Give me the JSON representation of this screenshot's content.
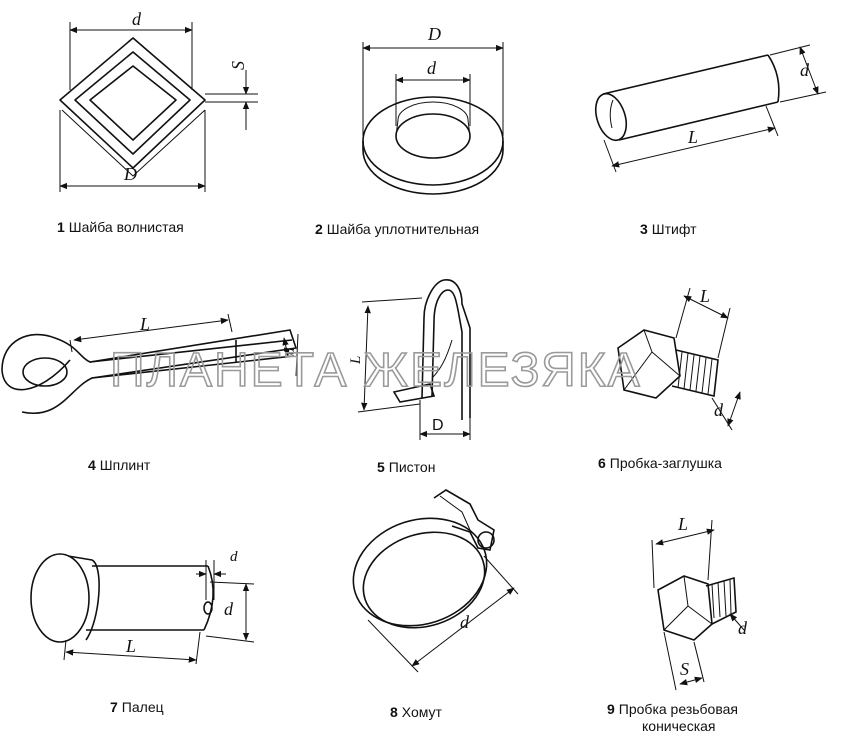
{
  "watermark": "ПЛАНЕТА ЖЕЛЕЗЯКА",
  "items": [
    {
      "num": "1",
      "label": "Шайба волнистая",
      "dims": [
        "d",
        "D",
        "S"
      ]
    },
    {
      "num": "2",
      "label": "Шайба уплотнительная",
      "dims": [
        "D",
        "d"
      ]
    },
    {
      "num": "3",
      "label": "Штифт",
      "dims": [
        "d",
        "L"
      ]
    },
    {
      "num": "4",
      "label": "Шплинт",
      "dims": [
        "L",
        "d"
      ]
    },
    {
      "num": "5",
      "label": "Пистон",
      "dims": [
        "D",
        "L"
      ]
    },
    {
      "num": "6",
      "label": "Пробка-заглушка",
      "dims": [
        "L",
        "d"
      ]
    },
    {
      "num": "7",
      "label": "Палец",
      "dims": [
        "d",
        "d",
        "L"
      ]
    },
    {
      "num": "8",
      "label": "Хомут",
      "dims": [
        "d"
      ]
    },
    {
      "num": "9",
      "label": "Пробка резьбовая",
      "label2": "коническая",
      "dims": [
        "L",
        "d",
        "S"
      ]
    }
  ]
}
